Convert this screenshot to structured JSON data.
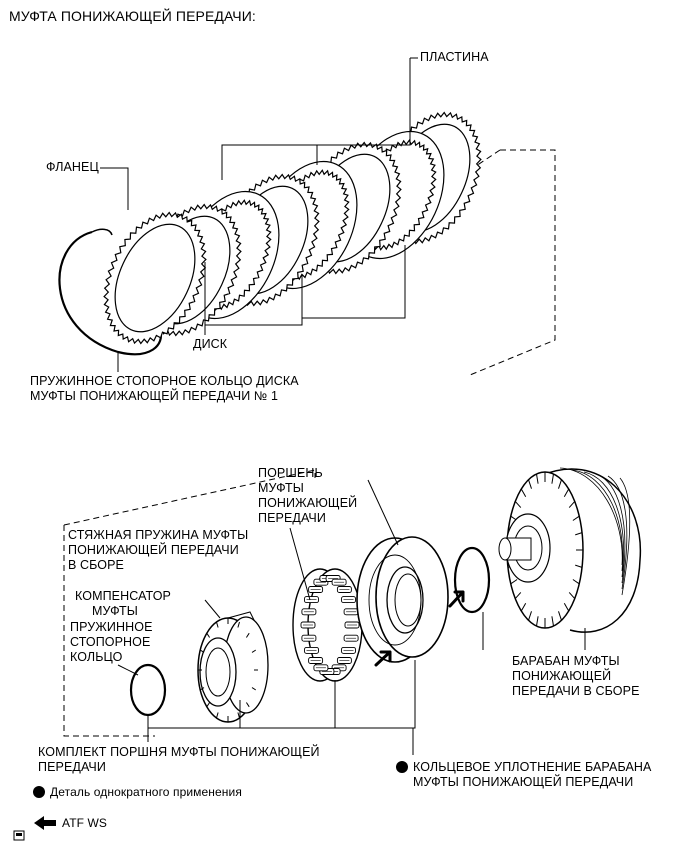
{
  "title": "МУФТА ПОНИЖАЮЩЕЙ ПЕРЕДАЧИ:",
  "labels": {
    "plate": "ПЛАСТИНА",
    "flange": "ФЛАНЕЦ",
    "disc": "ДИСК",
    "snap_ring_line1": "ПРУЖИННОЕ СТОПОРНОЕ КОЛЬЦО ДИСКА",
    "snap_ring_line2": "МУФТЫ ПОНИЖАЮЩЕЙ ПЕРЕДАЧИ № 1",
    "piston_line1": "ПОРШЕНЬ",
    "piston_line2": "МУФТЫ",
    "piston_line3": "ПОНИЖАЮЩЕЙ",
    "piston_line4": "ПЕРЕДАЧИ",
    "spring_line1": "СТЯЖНАЯ ПРУЖИНА МУФТЫ",
    "spring_line2": "ПОНИЖАЮЩЕЙ ПЕРЕДАЧИ",
    "spring_line3": "В СБОРЕ",
    "compensator_line1": "КОМПЕНСАТОР",
    "compensator_line2": "МУФТЫ",
    "ring_line1": "ПРУЖИННОЕ",
    "ring_line2": "СТОПОРНОЕ",
    "ring_line3": "КОЛЬЦО",
    "drum_line1": "БАРАБАН МУФТЫ",
    "drum_line2": "ПОНИЖАЮЩЕЙ",
    "drum_line3": "ПЕРЕДАЧИ В СБОРЕ",
    "kit_line1": "КОМПЛЕКТ ПОРШНЯ МУФТЫ ПОНИЖАЮЩЕЙ",
    "kit_line2": "ПЕРЕДАЧИ",
    "oring_line1": "КОЛЬЦЕВОЕ УПЛОТНЕНИЕ БАРАБАНА",
    "oring_line2": "МУФТЫ ПОНИЖАЮЩЕЙ ПЕРЕДАЧИ"
  },
  "legend": {
    "single_use": "Деталь однократного применения",
    "atf": "ATF WS"
  },
  "colors": {
    "ink": "#000000",
    "background": "#ffffff"
  }
}
